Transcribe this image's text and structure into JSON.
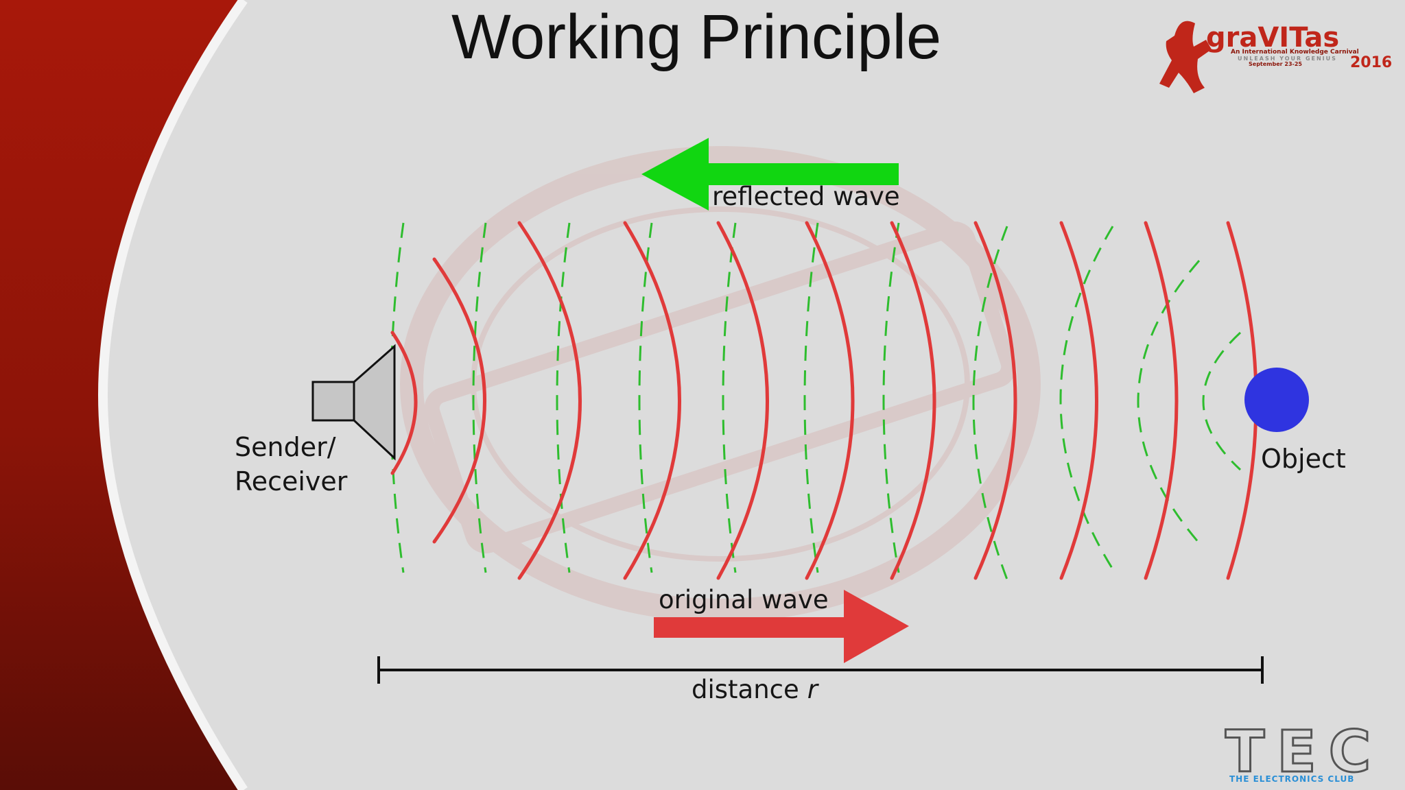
{
  "slide": {
    "title": "Working Principle"
  },
  "diagram": {
    "reflected_label": "reflected wave",
    "original_label": "original wave",
    "sender_label_line1": "Sender/",
    "sender_label_line2": "Receiver",
    "object_label": "Object",
    "distance_label": "distance",
    "distance_symbol": "r"
  },
  "logos": {
    "event_name": "graVITas",
    "event_tagline": "An International Knowledge Carnival",
    "event_slogan": "UNLEASH YOUR GENIUS",
    "event_dates": "September 23-25",
    "event_year": "2016",
    "club_mark": "TEC",
    "club_name": "THE ELECTRONICS CLUB"
  },
  "colors": {
    "background": "#dcdcdc",
    "sidebar_red": "#8b1408",
    "original_wave": "#e03a3a",
    "reflected_wave": "#2ebd2e",
    "reflected_arrow": "#11d611",
    "object": "#2f34e0",
    "club_blue": "#2a8fd6"
  }
}
